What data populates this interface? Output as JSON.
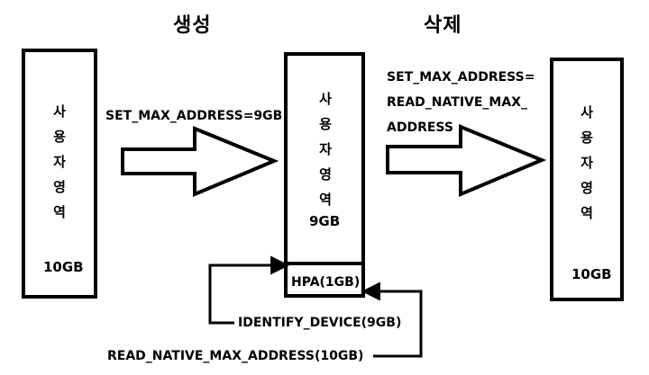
{
  "headings": {
    "create": "생성",
    "delete": "삭제"
  },
  "panels": {
    "left": {
      "chars": [
        "사",
        "용",
        "자",
        "영",
        "역"
      ],
      "size": "10GB"
    },
    "middle": {
      "chars": [
        "사",
        "용",
        "자",
        "영",
        "역"
      ],
      "size": "9GB",
      "hpa": "HPA(1GB)"
    },
    "right": {
      "chars": [
        "사",
        "용",
        "자",
        "영",
        "역"
      ],
      "size": "10GB"
    }
  },
  "arrows": {
    "create_label": "SET_MAX_ADDRESS=9GB",
    "delete_label": [
      "SET_MAX_ADDRESS=",
      "READ_NATIVE_MAX_",
      "ADDRESS"
    ]
  },
  "feedback": {
    "identify": "IDENTIFY_DEVICE(9GB)",
    "read_native": "READ_NATIVE_MAX_ADDRESS(10GB)"
  }
}
